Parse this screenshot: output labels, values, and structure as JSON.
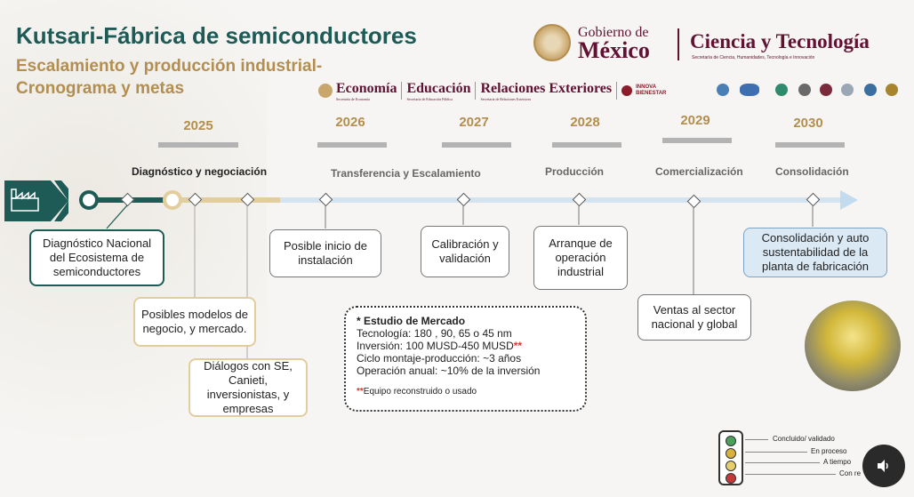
{
  "header": {
    "title": "Kutsari-Fábrica de semiconductores",
    "subtitle": "Escalamiento y producción industrial-Cronograma y metas",
    "gobierno_small": "Gobierno de",
    "gobierno_big": "México",
    "ciencia": "Ciencia y Tecnología",
    "ciencia_sub": "Secretaría de Ciencia, Humanidades, Tecnología e Innovación"
  },
  "partner_logos": {
    "economia": "Economía",
    "economia_sub": "Secretaría de Economía",
    "educacion": "Educación",
    "educacion_sub": "Secretaría de Educación Pública",
    "relaciones": "Relaciones Exteriores",
    "relaciones_sub": "Secretaría de Relaciones Exteriores",
    "innova_1": "INNOVA",
    "innova_2": "BIENESTAR"
  },
  "timeline": {
    "years": [
      "2025",
      "2026",
      "2027",
      "2028",
      "2029",
      "2030"
    ],
    "phases": [
      "Diagnóstico y negociación",
      "Transferencia y Escalamiento",
      "Producción",
      "Comercialización",
      "Consolidación"
    ]
  },
  "milestones": {
    "diagnostico": "Diagnóstico Nacional del Ecosistema de semiconductores",
    "modelos": "Posibles modelos de negocio, y mercado.",
    "dialogos": "Diálogos con SE, Canieti, inversionistas, y empresas",
    "instalacion": "Posible inicio de instalación",
    "calibracion": "Calibración y validación",
    "arranque": "Arranque de operación industrial",
    "ventas": "Ventas al sector nacional y global",
    "consolidacion": "Consolidación y auto sustentabilidad de la planta de fabricación"
  },
  "market_study": {
    "heading": "* Estudio de Mercado",
    "line1": "Tecnología: 180 , 90, 65 o 45 nm",
    "line2": "Inversión: 100 MUSD-450 MUSD",
    "line2_mark": "**",
    "line3": "Ciclo montaje-producción: ~3 años",
    "line4": "Operación anual: ~10% de la inversión",
    "note_mark": "**",
    "note": "Equipo reconstruido o usado"
  },
  "legend": {
    "items": [
      "Concluido/ validado",
      "En proceso",
      "A tiempo",
      "Con re"
    ]
  },
  "colors": {
    "teal": "#1e5a56",
    "gold": "#b38e4f",
    "maroon": "#611232",
    "light_blue": "#dbe9f5"
  }
}
